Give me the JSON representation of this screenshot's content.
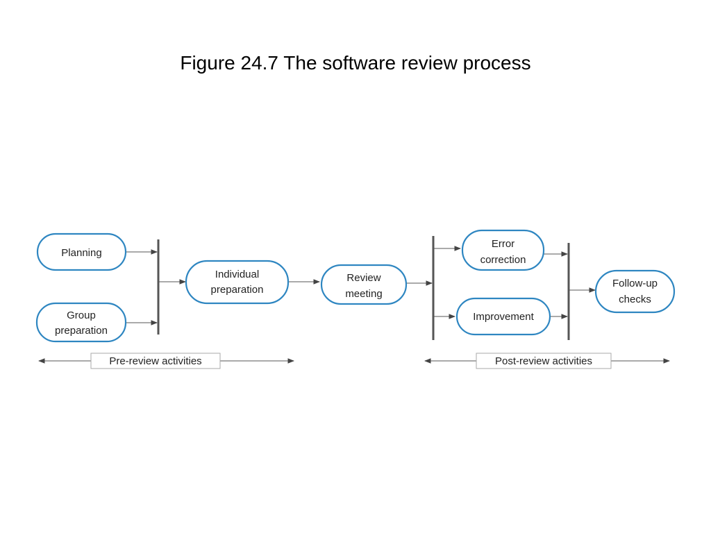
{
  "title": "Figure 24.7  The software review process",
  "colors": {
    "node_border": "#2e86c1",
    "connector": "#777777",
    "sync_bar": "#555555"
  },
  "nodes": {
    "planning": {
      "lines": [
        "Planning"
      ]
    },
    "group_preparation": {
      "lines": [
        "Group",
        "preparation"
      ]
    },
    "individual_preparation": {
      "lines": [
        "Individual",
        "preparation"
      ]
    },
    "review_meeting": {
      "lines": [
        "Review",
        "meeting"
      ]
    },
    "error_correction": {
      "lines": [
        "Error",
        "correction"
      ]
    },
    "improvement": {
      "lines": [
        "Improvement"
      ]
    },
    "follow_up_checks": {
      "lines": [
        "Follow-up",
        "checks"
      ]
    }
  },
  "phases": {
    "pre_review": "Pre-review activities",
    "post_review": "Post-review activities"
  }
}
